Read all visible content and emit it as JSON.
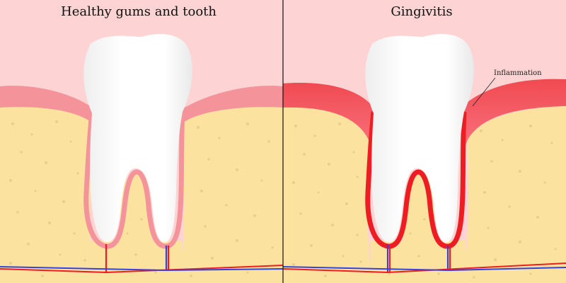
{
  "panels": [
    {
      "title": "Healthy gums and tooth"
    },
    {
      "title": "Gingivitis",
      "annotation": "Inflammation"
    }
  ],
  "colors": {
    "background": "#fdd3d3",
    "bone": "#fbe39f",
    "bone_speck": "#e7cf86",
    "gum_healthy": "#f5939b",
    "gum_inflamed": "#ee3a44",
    "tooth": "#ffffff",
    "artery": "#ee1d23",
    "vein": "#3344dd",
    "divider": "#111111"
  }
}
